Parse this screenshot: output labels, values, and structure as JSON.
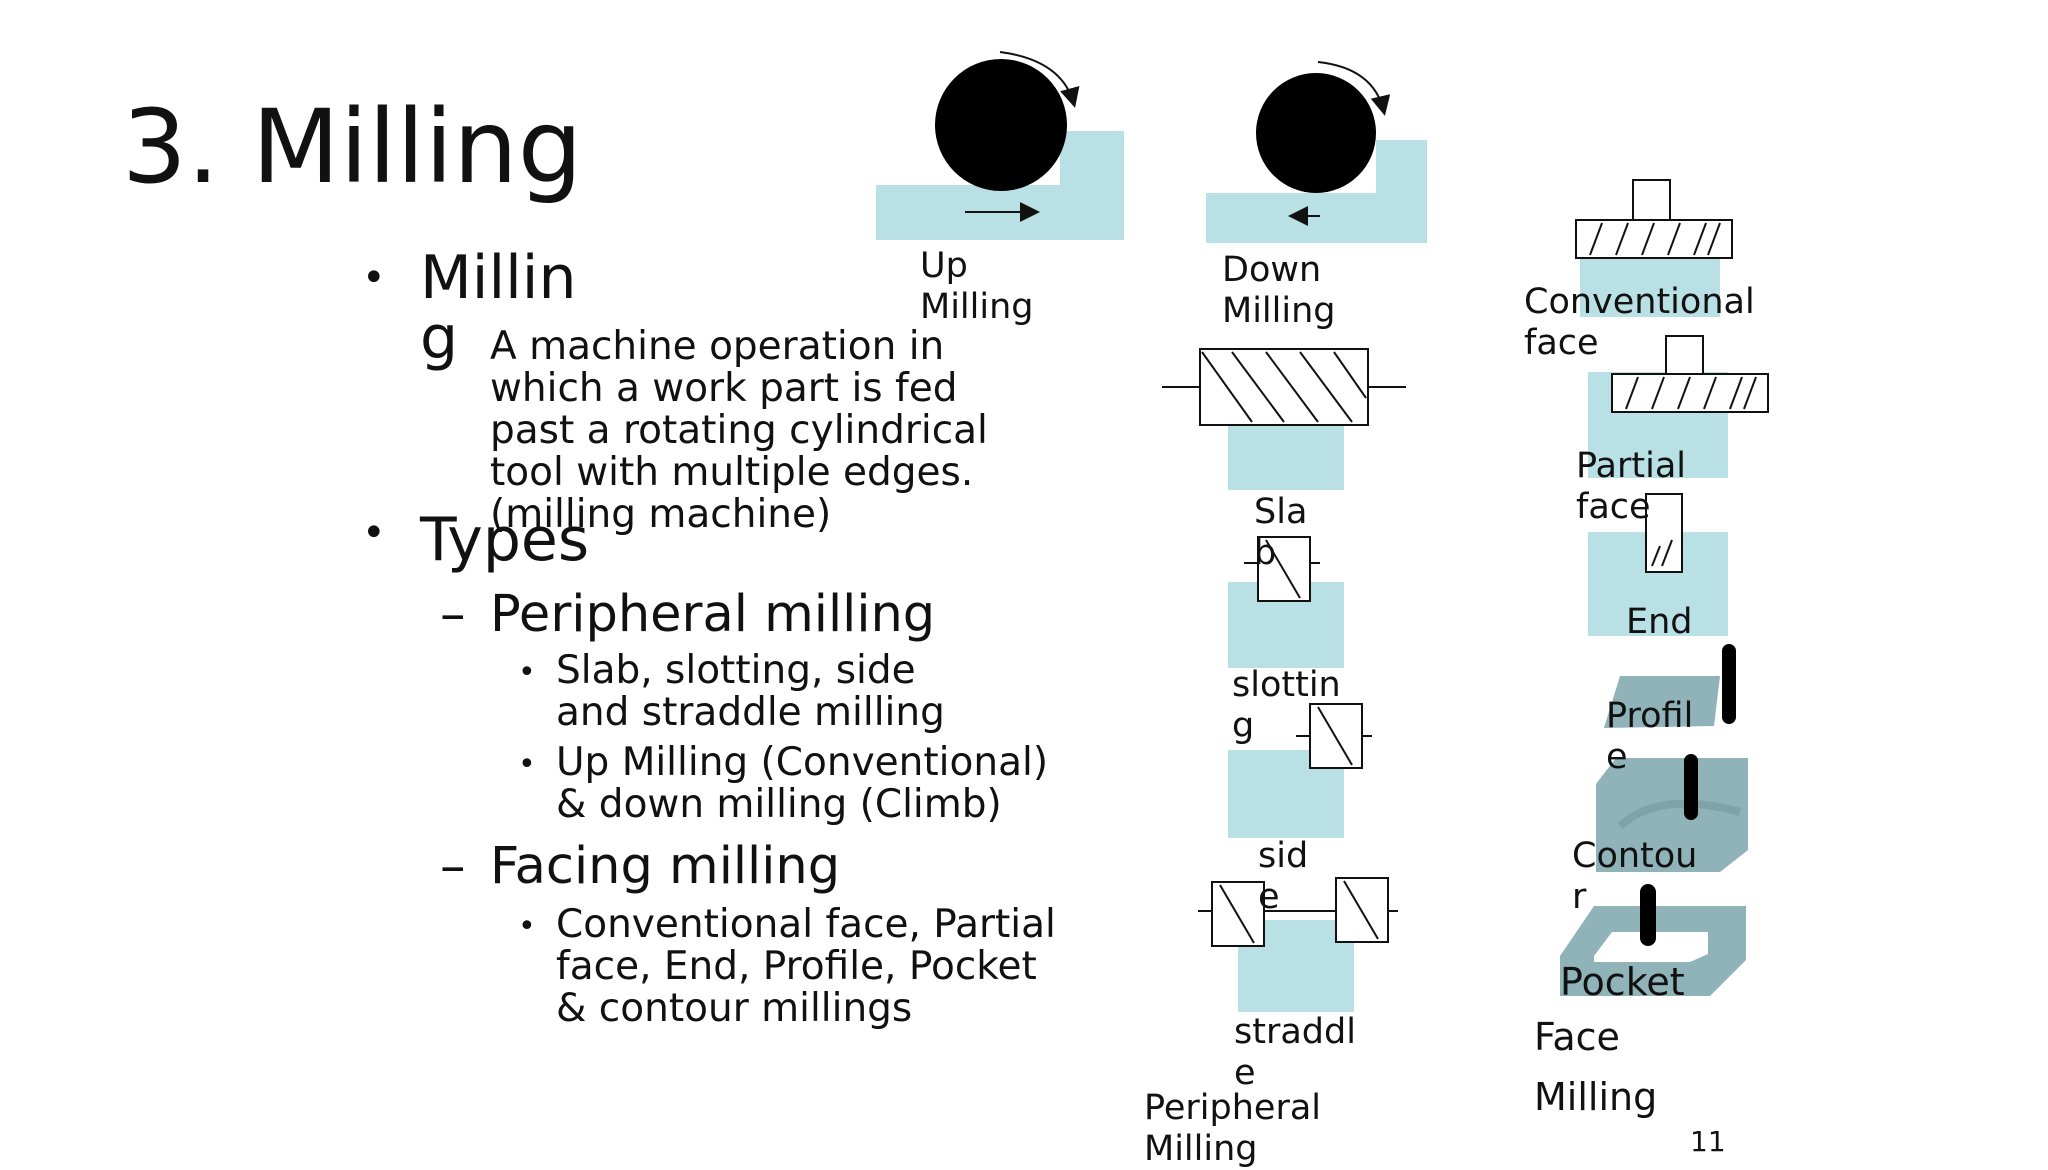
{
  "slide": {
    "title": "3. Milling",
    "page_number": "11"
  },
  "bullets": {
    "milling_head": "Millin\ng",
    "milling_desc": "A machine operation in which a work part is fed past a rotating cylindrical tool with multiple edges. (milling machine)",
    "types_head": "Types",
    "peripheral_head": "Peripheral milling",
    "peripheral_sub1": "Slab, slotting, side and straddle milling",
    "peripheral_sub2": "Up Milling (Conventional) & down milling (Climb)",
    "facing_head": "Facing milling",
    "facing_sub1": "Conventional face, Partial face, End, Profile, Pocket & contour millings"
  },
  "diagram_labels": {
    "up_milling": "Up\nMilling",
    "down_milling": "Down\nMilling",
    "slab": "Sla\nb",
    "slotting": "slottin\ng",
    "side": "sid\ne",
    "straddle": "straddl\ne",
    "peripheral_milling": "Peripheral\nMilling",
    "conventional_face": "Conventional\nface",
    "partial_face": "Partial\nface",
    "end": "End",
    "profile": "Profil\ne",
    "contour": "Contou\nr",
    "pocket": "Pocket",
    "face_milling": "Face\n\nMilling"
  },
  "colors": {
    "workpiece": "#b9e0e4",
    "tool_dark": "#000000",
    "solid_block": "#8fb3b8"
  }
}
